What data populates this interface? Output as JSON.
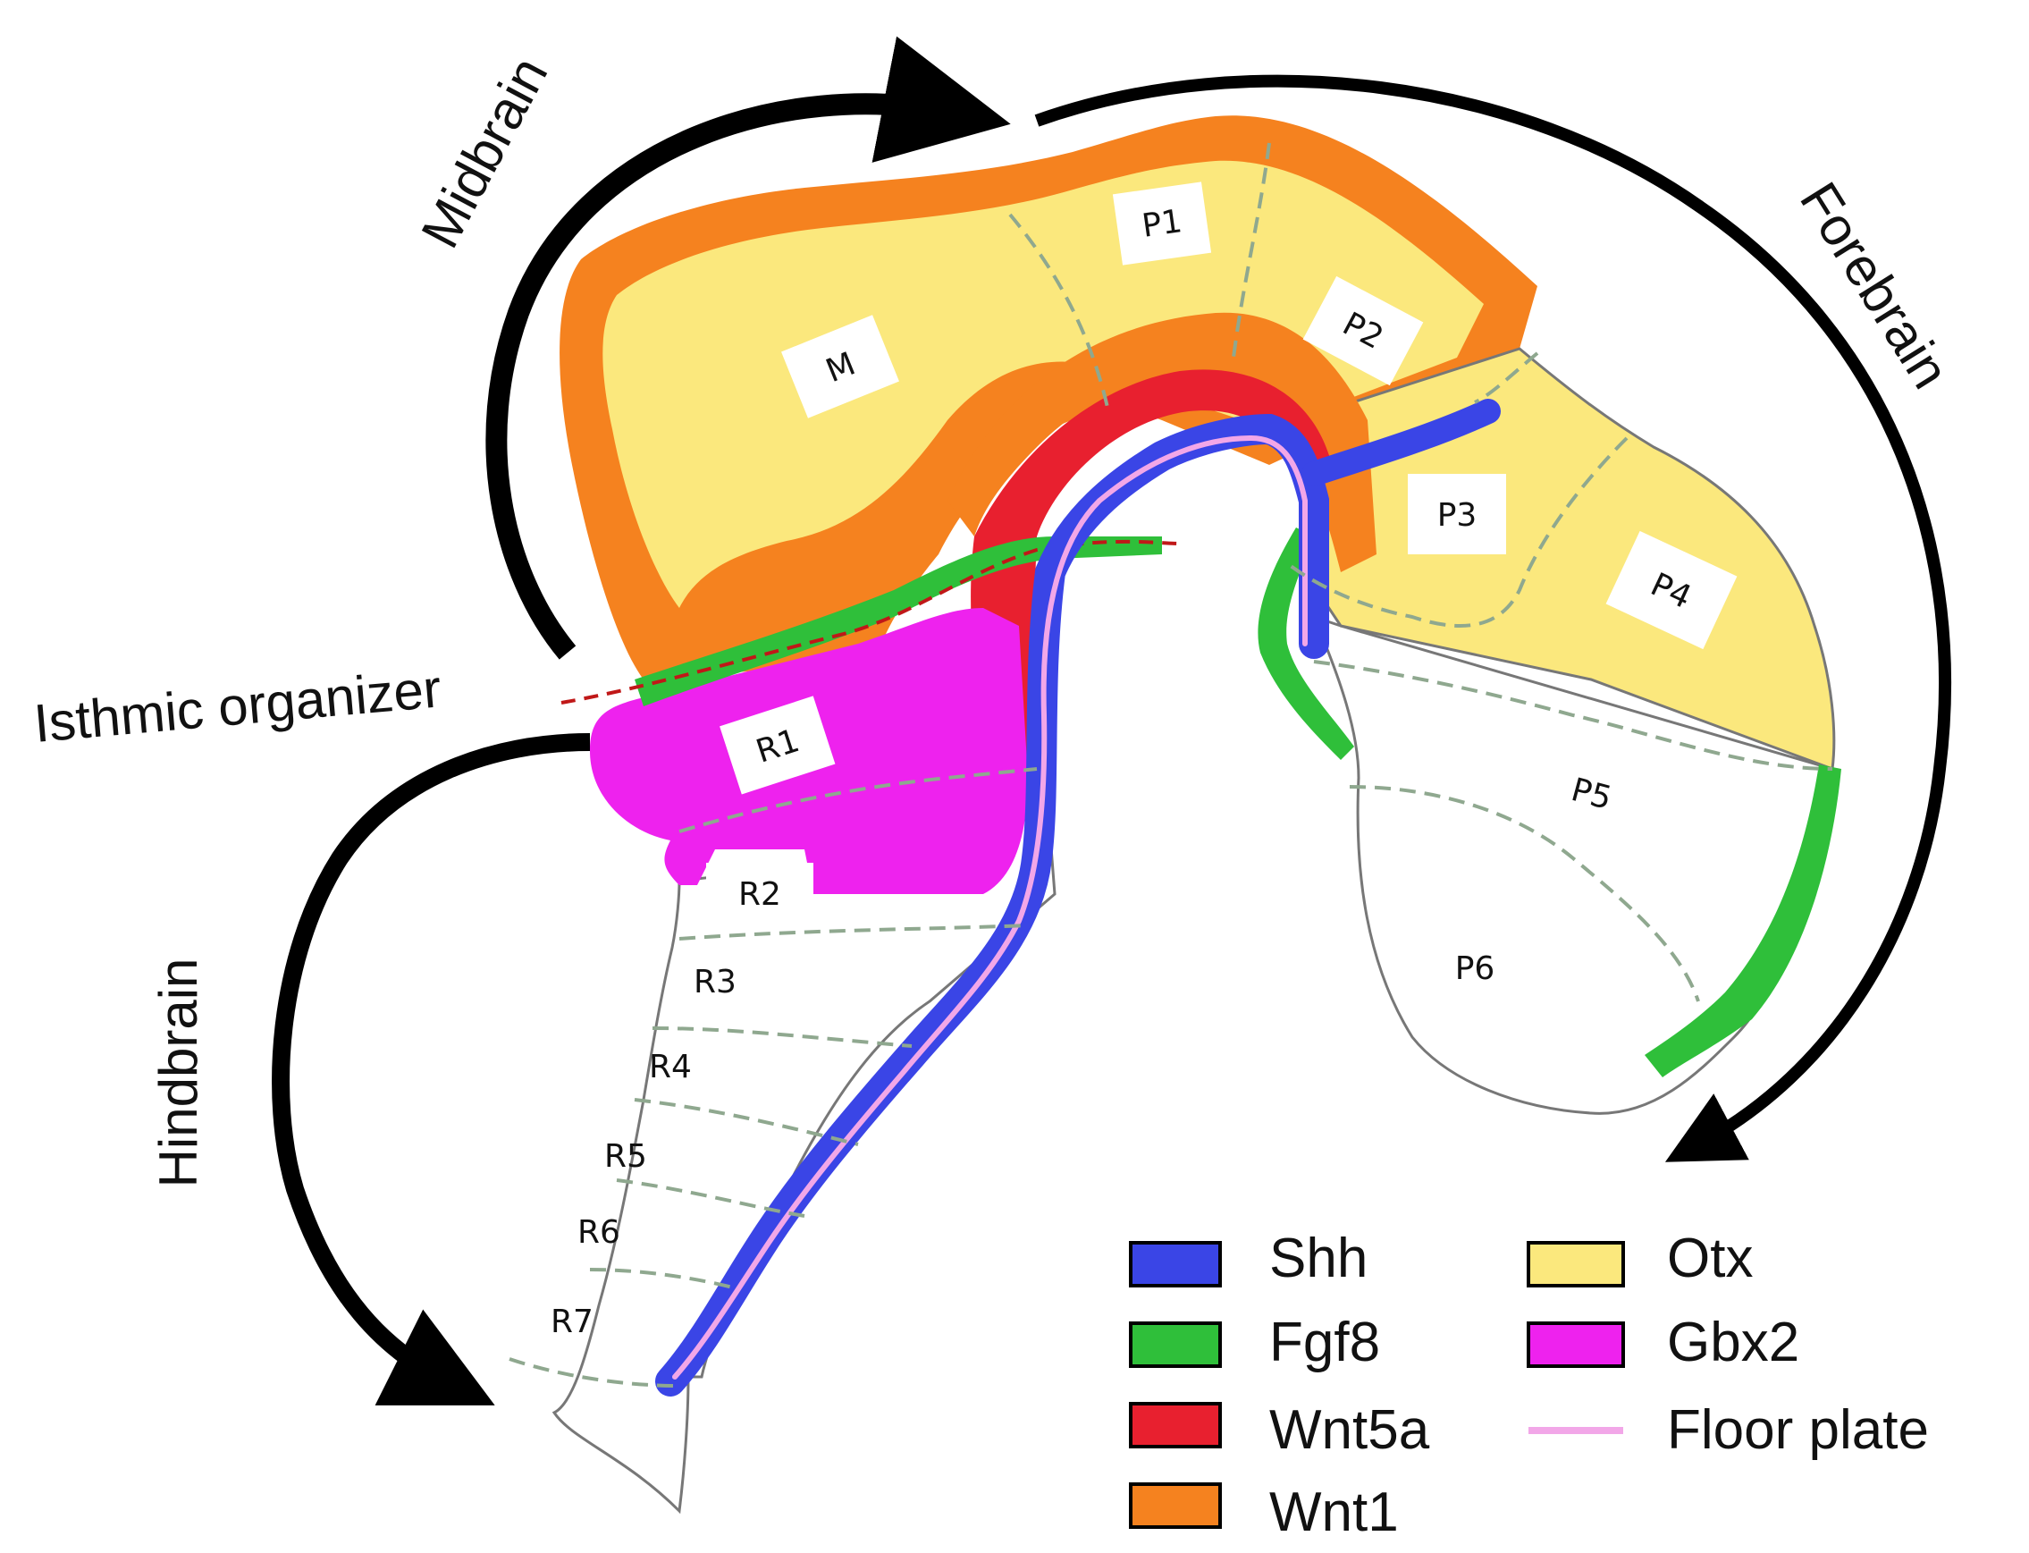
{
  "labels": {
    "midbrain": "Midbrain",
    "forebrain": "Forebrain",
    "hindbrain": "Hindbrain",
    "isthmic": "Isthmic organizer"
  },
  "regions": {
    "M": "M",
    "P1": "P1",
    "P2": "P2",
    "P3": "P3",
    "P4": "P4",
    "P5": "P5",
    "P6": "P6",
    "R1": "R1",
    "R2": "R2",
    "R3": "R3",
    "R4": "R4",
    "R5": "R5",
    "R6": "R6",
    "R7": "R7"
  },
  "legend": [
    {
      "label": "Shh",
      "color": "#3a45e6",
      "kind": "box"
    },
    {
      "label": "Fgf8",
      "color": "#2fbf3a",
      "kind": "box"
    },
    {
      "label": "Wnt5a",
      "color": "#e8202f",
      "kind": "box"
    },
    {
      "label": "Wnt1",
      "color": "#f5821f",
      "kind": "box"
    },
    {
      "label": "Otx",
      "color": "#fbe87d",
      "kind": "box"
    },
    {
      "label": "Gbx2",
      "color": "#ee22ee",
      "kind": "box"
    },
    {
      "label": "Floor plate",
      "color": "#f2a7e8",
      "kind": "line"
    }
  ]
}
